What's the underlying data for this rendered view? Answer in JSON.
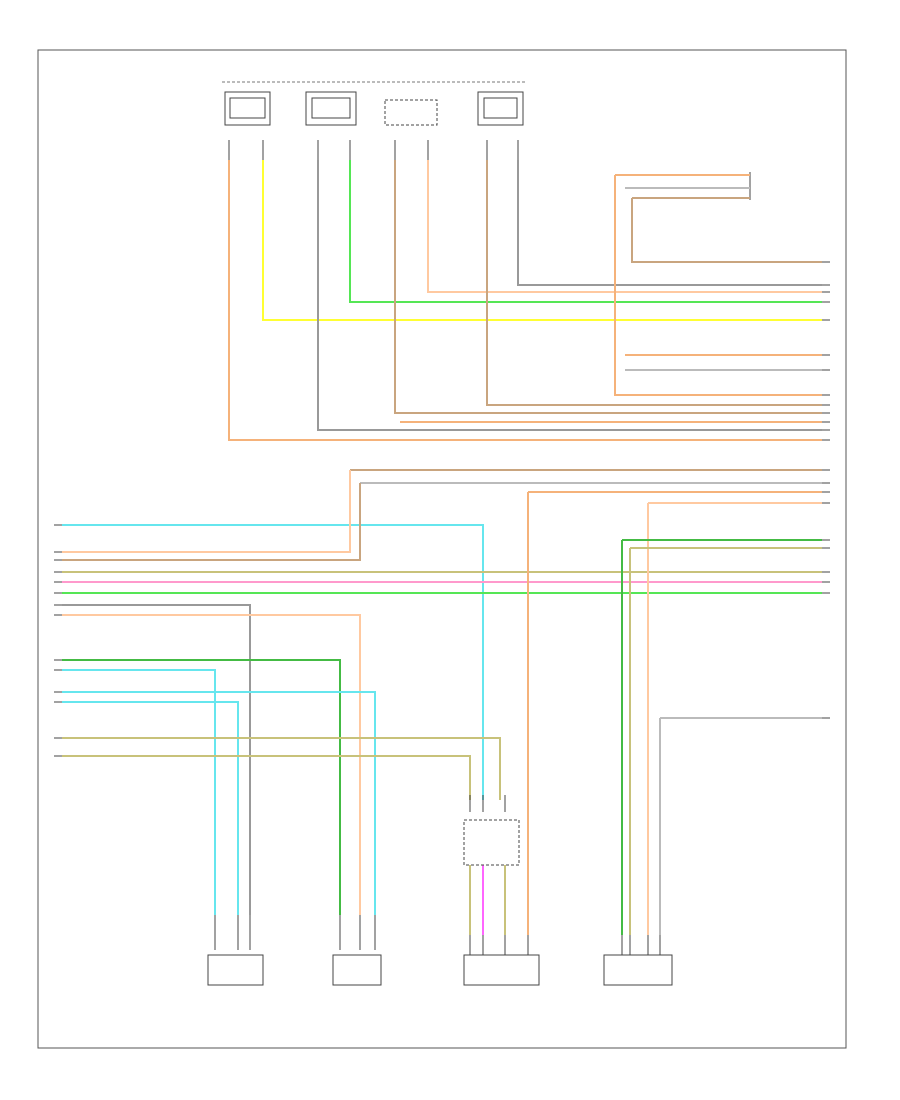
{
  "diagram": {
    "top_module_title": "",
    "top_module_subtitle": "",
    "footer_code": "",
    "colors": {
      "orange": "#f5b27a",
      "tan": "#c9a57f",
      "yellow": "#ffff33",
      "green": "#55e655",
      "dark_green": "#44bb44",
      "cyan": "#66e6ee",
      "grey": "#999999",
      "olive": "#c8c27a",
      "pink": "#ff99cc",
      "magenta": "#ff66ff",
      "peach": "#ffc9a0",
      "light_grey": "#bbbbbb",
      "black": "#555555"
    },
    "connectors": [
      {
        "id": "top-connector-1"
      },
      {
        "id": "top-connector-2"
      },
      {
        "id": "top-connector-3"
      },
      {
        "id": "top-connector-4"
      }
    ],
    "right_module_note": "",
    "splice_labels": [],
    "bottom_components": [
      {
        "id": "bottom-component-1",
        "caption_lines": []
      },
      {
        "id": "bottom-component-2",
        "caption_lines": []
      },
      {
        "id": "bottom-component-3",
        "caption_lines": []
      },
      {
        "id": "bottom-component-4",
        "caption_lines": []
      }
    ]
  }
}
